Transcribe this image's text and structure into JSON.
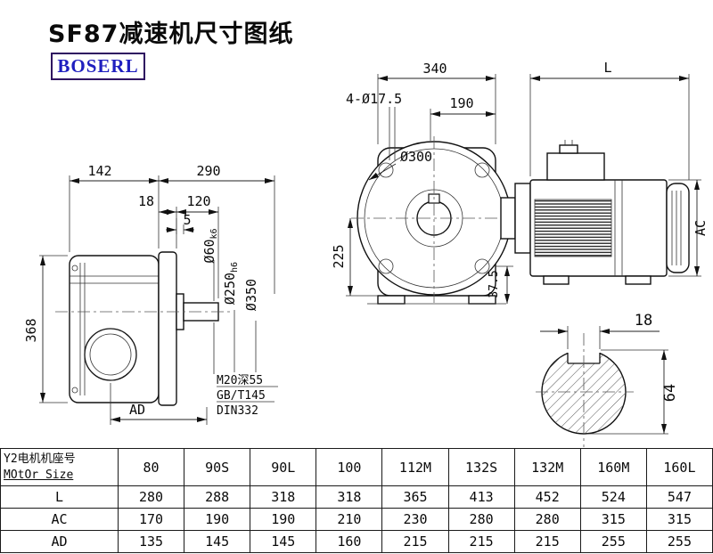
{
  "title": "SF87减速机尺寸图纸",
  "logo": {
    "text": "BOSERL",
    "text_color": "#1f1fbf",
    "border_color": "#2e1060"
  },
  "side_view": {
    "dim_142": "142",
    "dim_290": "290",
    "dim_18": "18",
    "dim_120": "120",
    "dim_5": "5",
    "shaft_dia_main": "Ø60",
    "shaft_dia_tol": "k6",
    "spigot_dia_main": "Ø250",
    "spigot_dia_tol": "h6",
    "flange_dia": "Ø350",
    "dim_368": "368",
    "dim_AD": "AD",
    "note_tap": "M20深55",
    "note_std1": "GB/T145",
    "note_std2": "DIN332"
  },
  "front_view": {
    "dim_340": "340",
    "dim_L": "L",
    "dim_holes": "4-Ø17.5",
    "dim_190": "190",
    "dim_300": "Ø300",
    "dim_225": "225",
    "dim_37_5": "37.5",
    "dim_AC": "AC"
  },
  "shaft_end_view": {
    "dim_18": "18",
    "dim_64": "64"
  },
  "table": {
    "header_line1": "Y2电机机座号",
    "header_line2": "MOtOr Size",
    "columns": [
      "80",
      "90S",
      "90L",
      "100",
      "112M",
      "132S",
      "132M",
      "160M",
      "160L"
    ],
    "rows": [
      {
        "label": "L",
        "values": [
          "280",
          "288",
          "318",
          "318",
          "365",
          "413",
          "452",
          "524",
          "547"
        ]
      },
      {
        "label": "AC",
        "values": [
          "170",
          "190",
          "190",
          "210",
          "230",
          "280",
          "280",
          "315",
          "315"
        ]
      },
      {
        "label": "AD",
        "values": [
          "135",
          "145",
          "145",
          "160",
          "215",
          "215",
          "215",
          "255",
          "255"
        ]
      }
    ]
  }
}
